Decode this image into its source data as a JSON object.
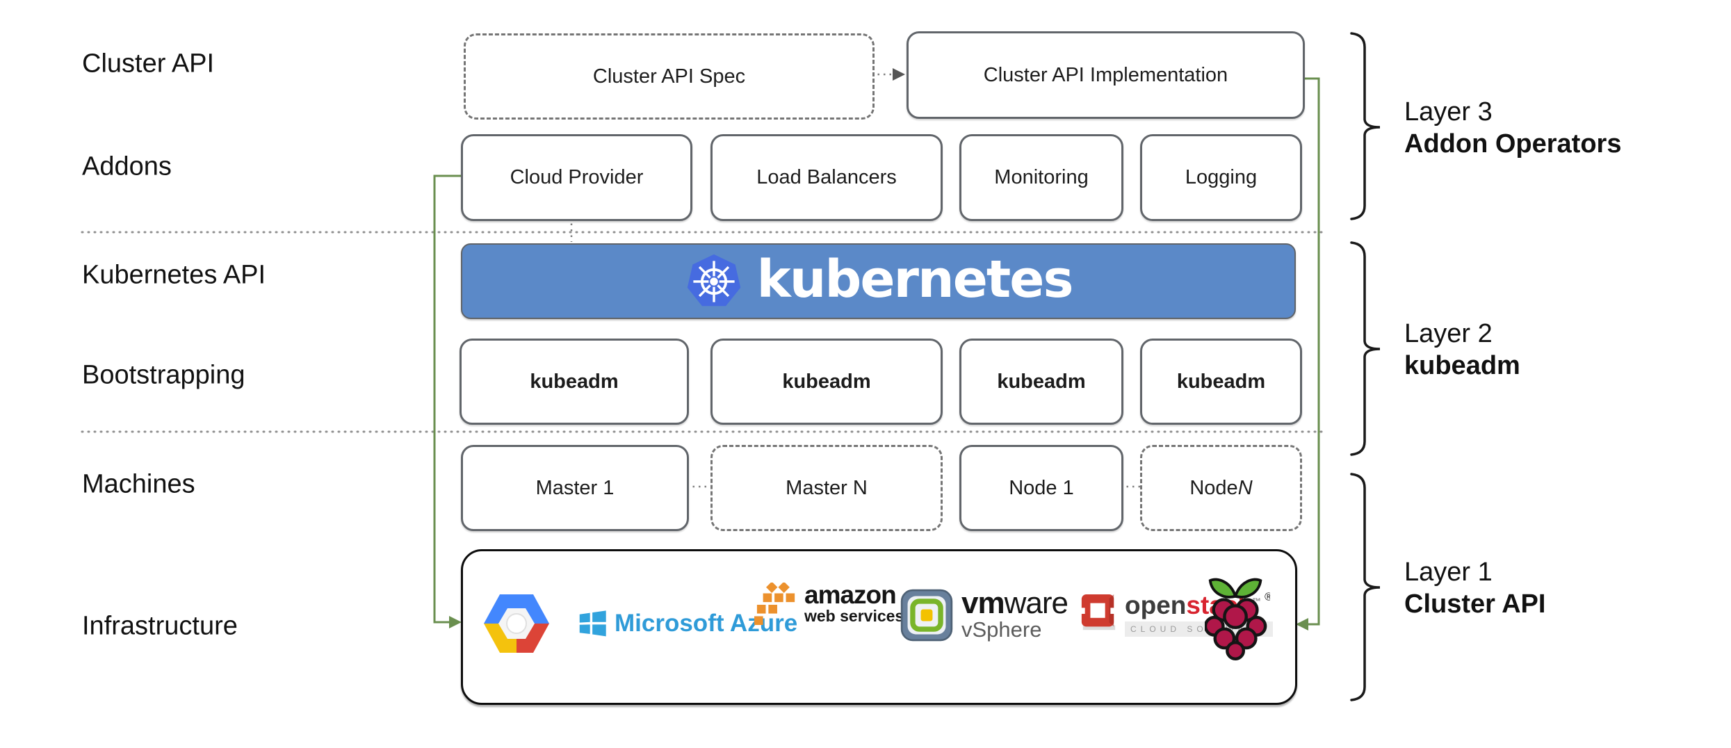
{
  "row_labels": {
    "cluster_api": "Cluster API",
    "addons": "Addons",
    "kubernetes_api": "Kubernetes API",
    "bootstrapping": "Bootstrapping",
    "machines": "Machines",
    "infrastructure": "Infrastructure"
  },
  "cluster_api_row": {
    "spec_label": "Cluster API Spec",
    "implementation_label": "Cluster API Implementation"
  },
  "addons_row": {
    "items": [
      "Cloud Provider",
      "Load Balancers",
      "Monitoring",
      "Logging"
    ]
  },
  "kubernetes_banner": {
    "wordmark": "kubernetes"
  },
  "bootstrapping_row": {
    "items": [
      "kubeadm",
      "kubeadm",
      "kubeadm",
      "kubeadm"
    ]
  },
  "machines_row": {
    "master_1": "Master 1",
    "master_n": "Master N",
    "node_1": "Node 1",
    "node_n_prefix": "Node ",
    "node_n_suffix": "N"
  },
  "infrastructure_row": {
    "providers": [
      {
        "name": "Google Cloud Platform"
      },
      {
        "name": "Microsoft Azure",
        "wordmark": "Microsoft Azure"
      },
      {
        "name": "Amazon Web Services",
        "wordmark": "amazon",
        "tagline": "web services"
      },
      {
        "name": "VMware vSphere",
        "wordmark_bold": "vm",
        "wordmark_rest": "ware",
        "product": "vSphere"
      },
      {
        "name": "OpenStack",
        "wordmark_dark": "open",
        "wordmark_red": "stack",
        "trademark": "™",
        "tagline": "CLOUD SOFTWARE"
      },
      {
        "name": "Raspberry Pi",
        "registered_mark": "®"
      }
    ]
  },
  "layer_brackets": [
    {
      "line1": "Layer 3",
      "line2": "Addon Operators"
    },
    {
      "line1": "Layer 2",
      "line2": "kubeadm"
    },
    {
      "line1": "Layer 1",
      "line2": "Cluster API"
    }
  ],
  "colors": {
    "banner_blue": "#5b89c8",
    "kubernetes_logo_blue": "#466be0",
    "connector_green": "#6a8f4f",
    "box_border_gray": "#61656a",
    "azure_blue": "#2f9bd8",
    "aws_orange": "#ec912d",
    "vmware_slate": "#68809c",
    "openstack_red": "#cf3b2f",
    "raspberry_red": "#b01749",
    "leaf_green": "#5eb236"
  }
}
